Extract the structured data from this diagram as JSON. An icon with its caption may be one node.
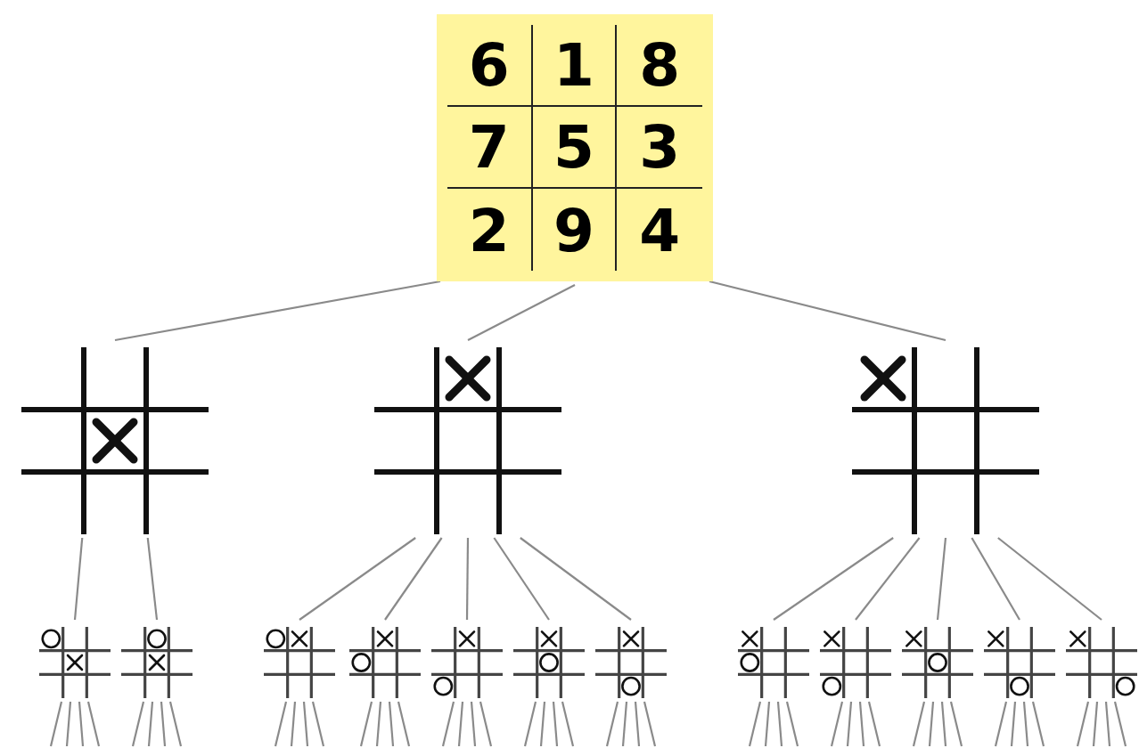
{
  "diagram": {
    "nodes": [
      {
        "text": [
          "6",
          "1",
          "8",
          "7",
          "5",
          "3",
          "2",
          "9",
          "4"
        ]
      },
      {
        "text": [],
        "shape": "picture"
      },
      {
        "text": [],
        "shape": "picture"
      },
      {
        "text": [],
        "shape": "picture"
      },
      {
        "text": [],
        "shape": "picture"
      },
      {
        "text": [],
        "shape": "picture"
      },
      {
        "text": [],
        "shape": "picture"
      },
      {
        "text": [],
        "shape": "picture"
      },
      {
        "text": [],
        "shape": "picture"
      },
      {
        "text": [],
        "shape": "picture"
      },
      {
        "text": [],
        "shape": "picture"
      },
      {
        "text": [],
        "shape": "picture"
      },
      {
        "text": [],
        "shape": "picture"
      },
      {
        "text": [],
        "shape": "picture"
      },
      {
        "text": [],
        "shape": "picture"
      },
      {
        "text": [],
        "shape": "picture"
      }
    ],
    "edges": [
      {
        "from": 0,
        "to": 1,
        "arrow": "none"
      },
      {
        "from": 0,
        "to": 2,
        "arrow": "none"
      },
      {
        "from": 0,
        "to": 3,
        "arrow": "none"
      },
      {
        "from": 1,
        "to": 4,
        "arrow": "none"
      },
      {
        "from": 1,
        "to": 5,
        "arrow": "none"
      },
      {
        "from": 2,
        "to": 6,
        "arrow": "none"
      },
      {
        "from": 2,
        "to": 7,
        "arrow": "none"
      },
      {
        "from": 2,
        "to": 8,
        "arrow": "none"
      },
      {
        "from": 2,
        "to": 9,
        "arrow": "none"
      },
      {
        "from": 2,
        "to": 10,
        "arrow": "none"
      },
      {
        "from": 3,
        "to": 11,
        "arrow": "none"
      },
      {
        "from": 3,
        "to": 12,
        "arrow": "none"
      },
      {
        "from": 3,
        "to": 13,
        "arrow": "none"
      },
      {
        "from": 3,
        "to": 14,
        "arrow": "none"
      },
      {
        "from": 3,
        "to": 15,
        "arrow": "none"
      },
      {
        "from": 4,
        "to": null,
        "arrow": "none"
      },
      {
        "from": 4,
        "to": null,
        "arrow": "none"
      },
      {
        "from": 4,
        "to": null,
        "arrow": "none"
      },
      {
        "from": 4,
        "to": null,
        "arrow": "none"
      },
      {
        "from": 5,
        "to": null,
        "arrow": "none"
      },
      {
        "from": 5,
        "to": null,
        "arrow": "none"
      },
      {
        "from": 5,
        "to": null,
        "arrow": "none"
      },
      {
        "from": 5,
        "to": null,
        "arrow": "none"
      },
      {
        "from": 6,
        "to": null,
        "arrow": "none"
      },
      {
        "from": 6,
        "to": null,
        "arrow": "none"
      },
      {
        "from": 6,
        "to": null,
        "arrow": "none"
      },
      {
        "from": 6,
        "to": null,
        "arrow": "none"
      },
      {
        "from": 7,
        "to": null,
        "arrow": "none"
      },
      {
        "from": 7,
        "to": null,
        "arrow": "none"
      },
      {
        "from": 7,
        "to": null,
        "arrow": "none"
      },
      {
        "from": 7,
        "to": null,
        "arrow": "none"
      },
      {
        "from": 8,
        "to": null,
        "arrow": "none"
      },
      {
        "from": 8,
        "to": null,
        "arrow": "none"
      },
      {
        "from": 8,
        "to": null,
        "arrow": "none"
      },
      {
        "from": 8,
        "to": null,
        "arrow": "none"
      },
      {
        "from": 9,
        "to": null,
        "arrow": "none"
      },
      {
        "from": 9,
        "to": null,
        "arrow": "none"
      },
      {
        "from": 9,
        "to": null,
        "arrow": "none"
      },
      {
        "from": 9,
        "to": null,
        "arrow": "none"
      },
      {
        "from": 10,
        "to": null,
        "arrow": "none"
      },
      {
        "from": 10,
        "to": null,
        "arrow": "none"
      },
      {
        "from": 10,
        "to": null,
        "arrow": "none"
      },
      {
        "from": 10,
        "to": null,
        "arrow": "none"
      },
      {
        "from": 11,
        "to": null,
        "arrow": "none"
      },
      {
        "from": 11,
        "to": null,
        "arrow": "none"
      },
      {
        "from": 11,
        "to": null,
        "arrow": "none"
      },
      {
        "from": 11,
        "to": null,
        "arrow": "none"
      },
      {
        "from": 12,
        "to": null,
        "arrow": "none"
      },
      {
        "from": 12,
        "to": null,
        "arrow": "none"
      },
      {
        "from": 12,
        "to": null,
        "arrow": "none"
      },
      {
        "from": 12,
        "to": null,
        "arrow": "none"
      },
      {
        "from": 13,
        "to": null,
        "arrow": "none"
      },
      {
        "from": 13,
        "to": null,
        "arrow": "none"
      },
      {
        "from": 13,
        "to": null,
        "arrow": "none"
      },
      {
        "from": 13,
        "to": null,
        "arrow": "none"
      },
      {
        "from": 14,
        "to": null,
        "arrow": "none"
      },
      {
        "from": 14,
        "to": null,
        "arrow": "none"
      },
      {
        "from": 14,
        "to": null,
        "arrow": "none"
      },
      {
        "from": 14,
        "to": null,
        "arrow": "none"
      },
      {
        "from": 15,
        "to": null,
        "arrow": "none"
      },
      {
        "from": 15,
        "to": null,
        "arrow": "none"
      },
      {
        "from": 15,
        "to": null,
        "arrow": "none"
      },
      {
        "from": 15,
        "to": null,
        "arrow": "none"
      }
    ]
  }
}
